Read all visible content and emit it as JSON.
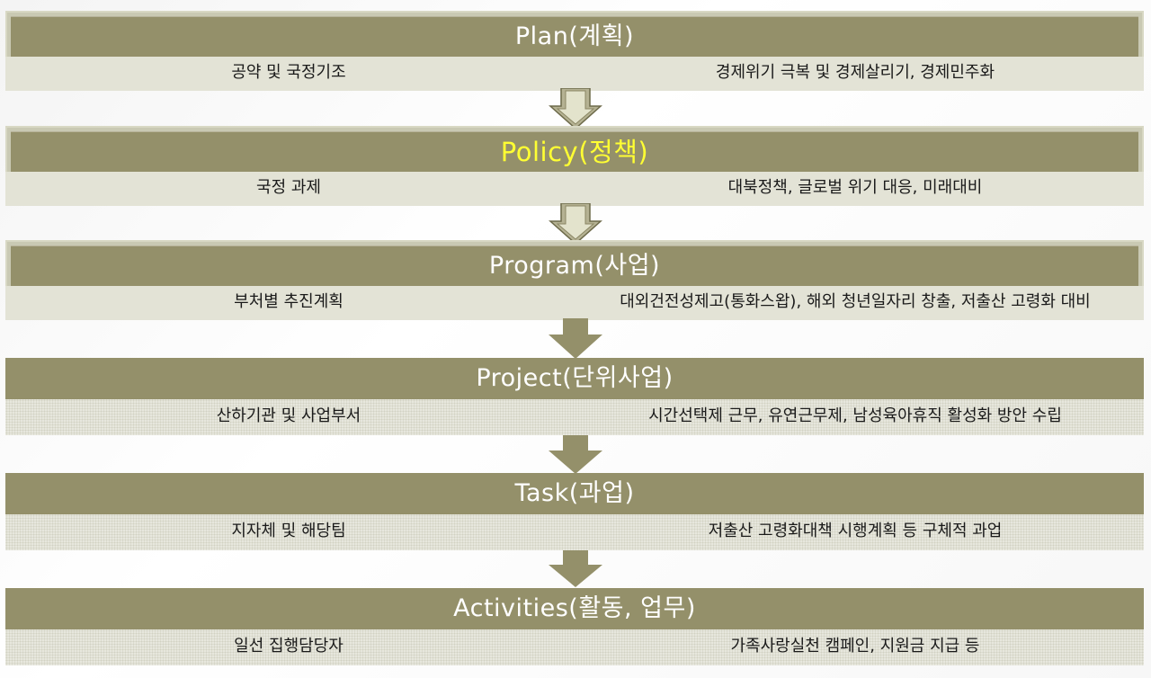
{
  "levels": [
    {
      "title": "Plan(계획)",
      "left": "공약 및 국정기조",
      "right": "경제위기 극복 및 경제살리기, 경제민주화"
    },
    {
      "title": "Policy(정책)",
      "left": "국정 과제",
      "right": "대북정책, 글로벌 위기 대응, 미래대비"
    },
    {
      "title": "Program(사업)",
      "left": "부처별 추진계획",
      "right": "대외건전성제고(통화스왑), 해외 청년일자리 창출, 저출산 고령화 대비"
    },
    {
      "title": "Project(단위사업)",
      "left": "산하기관 및 사업부서",
      "right": "시간선택제 근무, 유연근무제, 남성육아휴직 활성화 방안 수립"
    },
    {
      "title": "Task(과업)",
      "left": "지자체 및 해당팀",
      "right": "저출산 고령화대책 시행계획 등 구체적 과업"
    },
    {
      "title": "Activities(활동, 업무)",
      "left": "일선 집행담당자",
      "right": "가족사랑실천 캠페인, 지원금 지급 등"
    }
  ],
  "colors": {
    "title_bg": "#94906a",
    "title_text": "#ffffff",
    "highlight_text": "#ffff33",
    "desc_bg": "#e3e3d6",
    "arrow_fill": "#94906a",
    "arrow_hollow_fill": "#d8d8bf"
  },
  "highlighted_level": "Policy(정책)"
}
